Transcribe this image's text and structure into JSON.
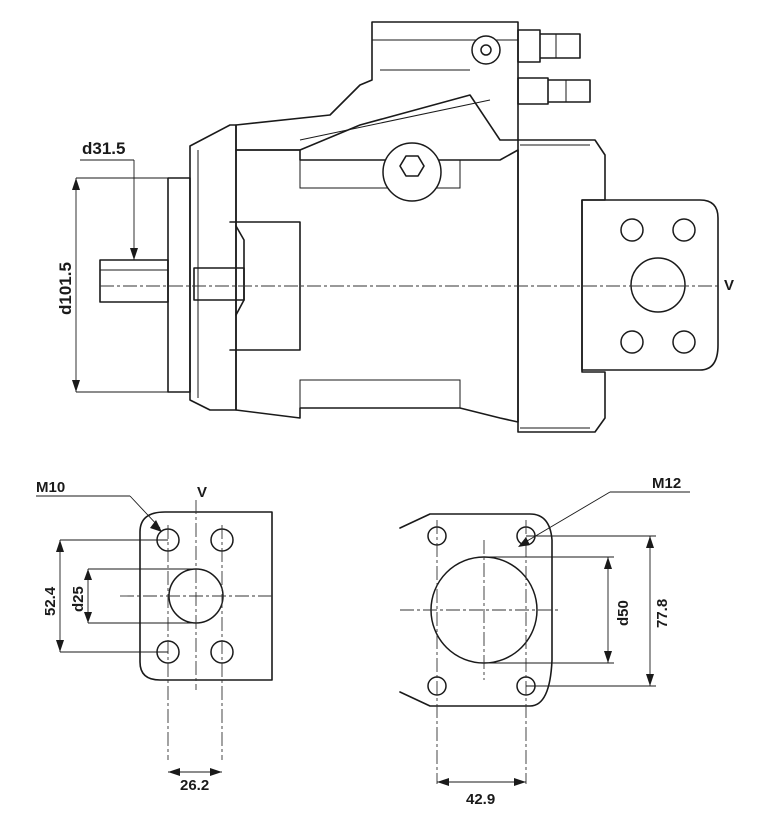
{
  "side_view": {
    "shaft_diameter_label": "d31.5",
    "pilot_diameter_label": "d101.5",
    "port_label": "V"
  },
  "flange_v": {
    "thread_label": "M10",
    "port_label": "V",
    "bolt_spacing_vertical_label": "52.4",
    "port_diameter_label": "d25",
    "bolt_spacing_horizontal_label": "26.2"
  },
  "flange_m12": {
    "thread_label": "M12",
    "port_diameter_label": "d50",
    "bolt_spacing_vertical_label": "77.8",
    "bolt_spacing_horizontal_label": "42.9"
  }
}
